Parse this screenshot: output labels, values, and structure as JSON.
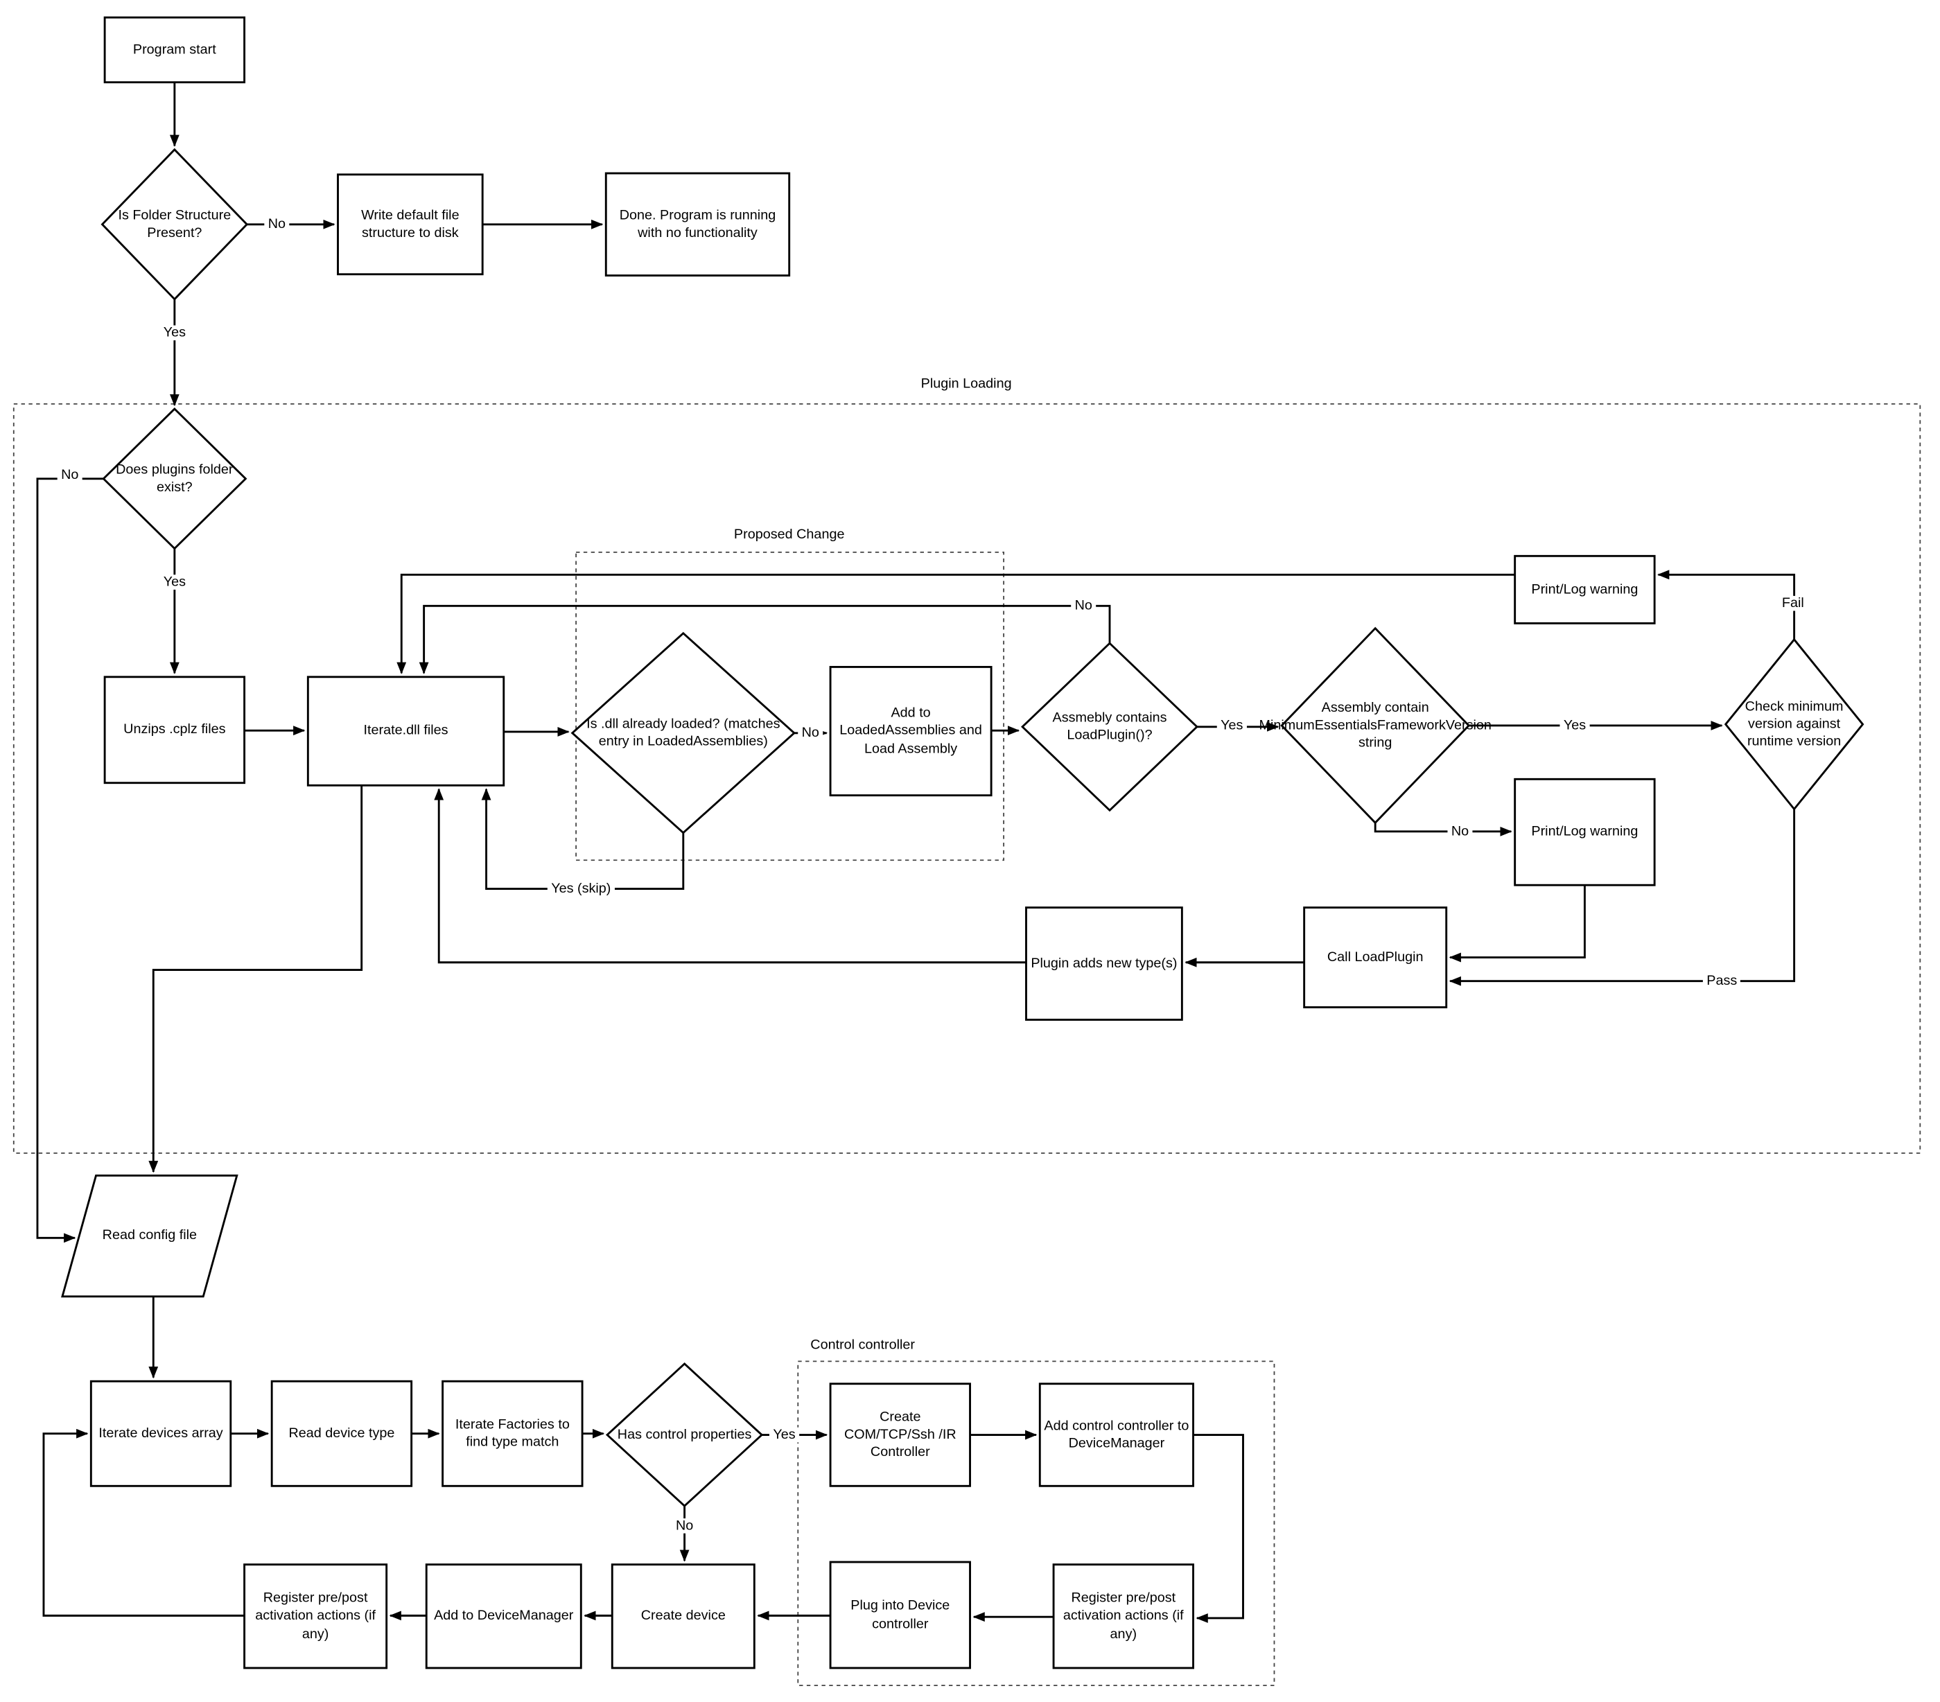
{
  "colors": {
    "line": "#000000",
    "node_fill": "#ffffff",
    "background": "#ffffff"
  },
  "containers": {
    "plugin_loading": "Plugin Loading",
    "proposed_change": "Proposed Change",
    "control_controller": "Control controller"
  },
  "nodes": {
    "program_start": "Program start",
    "is_folder_structure": "Is Folder Structure Present?",
    "write_default": "Write default file structure to disk",
    "done": "Done.  Program is running with no functionality",
    "plugins_folder": "Does plugins folder exist?",
    "unzips_cplz": "Unzips .cplz files",
    "iterate_dll": "Iterate.dll files",
    "dll_loaded": "Is .dll already loaded? (matches entry in LoadedAssemblies)",
    "add_assemblies": "Add to LoadedAssemblies and Load Assembly",
    "contains_loadplugin": "Assmebly contains LoadPlugin()?",
    "min_version_string": "Assembly contain MinimumEssentialsFrameworkVersion string",
    "print_warning_top": "Print/Log warning",
    "check_min_version": "Check minimum version against runtime version",
    "print_warning_bottom": "Print/Log warning",
    "call_loadplugin": "Call LoadPlugin",
    "plugin_adds_types": "Plugin adds new type(s)",
    "read_config": "Read config file",
    "iterate_devices": "Iterate devices array",
    "read_device_type": "Read device type",
    "iterate_factories": "Iterate Factories to find type match",
    "has_control_props": "Has control properties",
    "create_controller": "Create COM/TCP/Ssh /IR Controller",
    "add_control_controller": "Add control controller to DeviceManager",
    "register_prepost_right": "Register pre/post activation actions (if any)",
    "plug_into_device": "Plug into Device controller",
    "create_device": "Create device",
    "add_to_devicemanager": "Add to DeviceManager",
    "register_prepost_left": "Register pre/post activation actions (if any)"
  },
  "edge_labels": {
    "folder_no": "No",
    "folder_yes": "Yes",
    "plugins_no": "No",
    "plugins_yes": "Yes",
    "dll_no": "No",
    "dll_yes_skip": "Yes (skip)",
    "loadplugin_no": "No",
    "loadplugin_yes": "Yes",
    "minversion_yes": "Yes",
    "minversion_no": "No",
    "check_fail": "Fail",
    "check_pass": "Pass",
    "control_yes": "Yes",
    "control_no": "No"
  }
}
